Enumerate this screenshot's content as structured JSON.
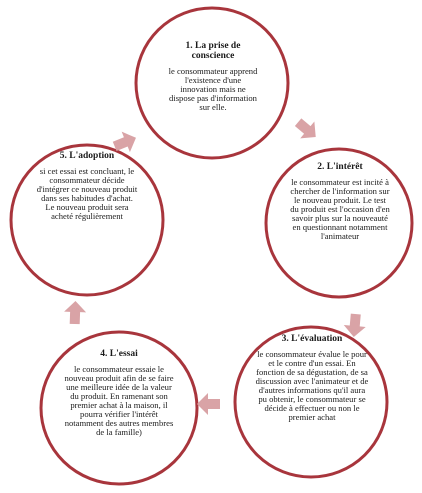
{
  "stages": [
    {
      "title": "1. La prise de conscience",
      "text": "le consommateur apprend l'existence d'une innovation mais ne dispose pas d'information sur elle."
    },
    {
      "title": "2. L'intérêt",
      "text": "le consommateur est incité à chercher de l'information sur le nouveau produit. Le test du produit est l'occasion d'en savoir plus sur la nouveauté en questionnant notamment l'animateur"
    },
    {
      "title": "3. L'évaluation",
      "text": "le consommateur évalue le pour et le contre d'un essai. En fonction de sa dégustation, de sa discussion avec l'animateur et de d'autres informations qu'il aura pu obtenir, le consommateur se décide à effectuer ou non le premier achat"
    },
    {
      "title": "4. L'essai",
      "text": "le consommateur essaie le nouveau produit afin de se faire une meilleure idée de la valeur du produit. En ramenant son premier achat à la maison, il pourra vérifier l'intérêt notamment des autres membres de la famille)"
    },
    {
      "title": "5. L'adoption",
      "text": "si cet essai est concluant, le consommateur décide d'intégrer ce nouveau produit dans ses habitudes d'achat. Le nouveau produit sera acheté régulièrement"
    }
  ],
  "colors": {
    "circle_stroke": "#a8353c",
    "arrow_fill": "#d9a3a6"
  }
}
